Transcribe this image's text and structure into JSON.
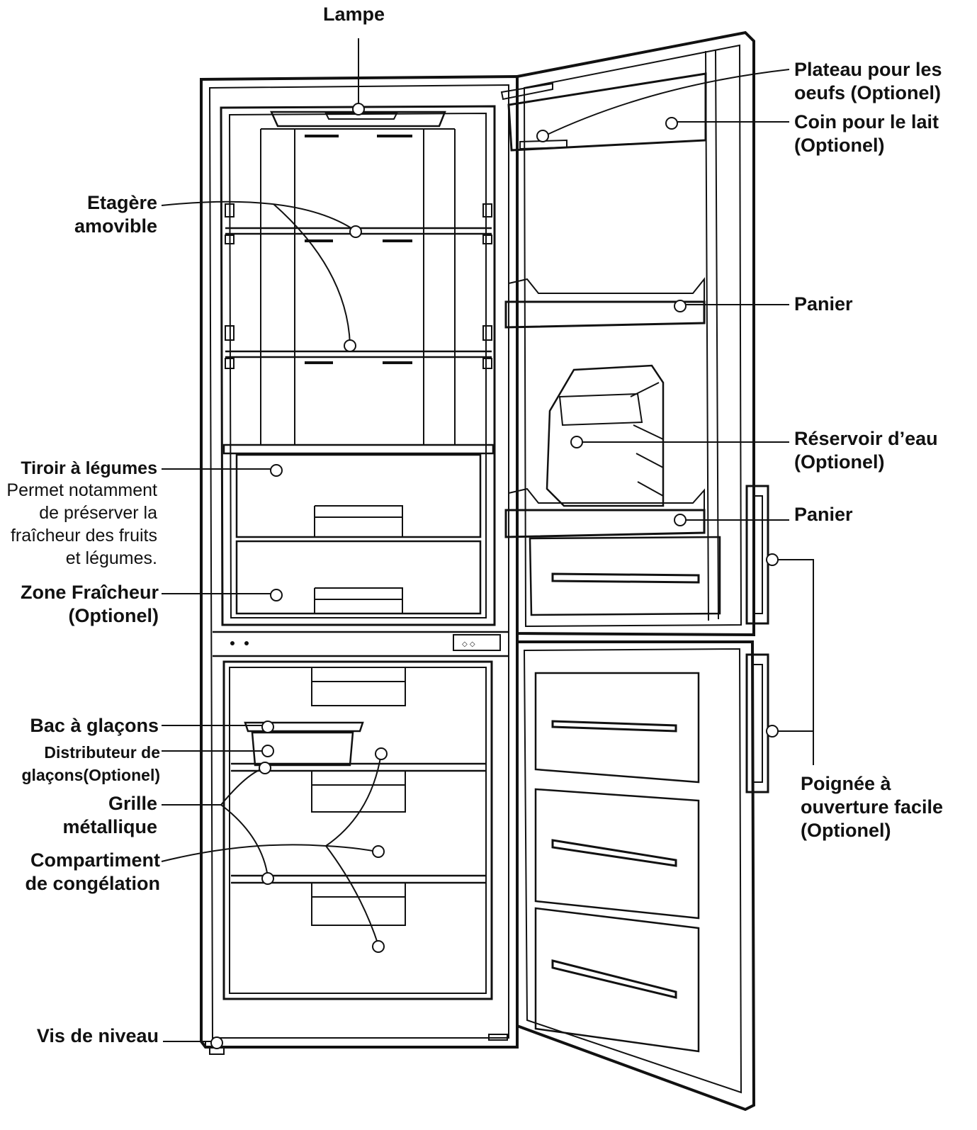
{
  "labels": {
    "lampe": "Lampe",
    "plateau": [
      "Plateau pour les",
      "oeufs (Optionel)"
    ],
    "coin": [
      "Coin pour le lait",
      "(Optionel)"
    ],
    "etagere": [
      "Etagère",
      "amovible"
    ],
    "panier_top": "Panier",
    "reservoir": [
      "Réservoir d’eau",
      "(Optionel)"
    ],
    "panier_bottom": "Panier",
    "tiroir_title": "Tiroir à légumes",
    "tiroir_desc": [
      "Permet notamment",
      "de préserver la",
      "fraîcheur des fruits",
      "et légumes."
    ],
    "zone": [
      "Zone Fraîcheur",
      "(Optionel)"
    ],
    "poignee": [
      "Poignée à",
      "ouverture facile",
      "(Optionel)"
    ],
    "bac": "Bac à glaçons",
    "distributeur": [
      "Distributeur de",
      "glaçons(Optionel)"
    ],
    "grille": [
      "Grille",
      "métallique"
    ],
    "compartiment": [
      "Compartiment",
      "de congélation"
    ],
    "vis": "Vis de niveau"
  },
  "colors": {
    "stroke": "#111111",
    "background": "#ffffff"
  }
}
